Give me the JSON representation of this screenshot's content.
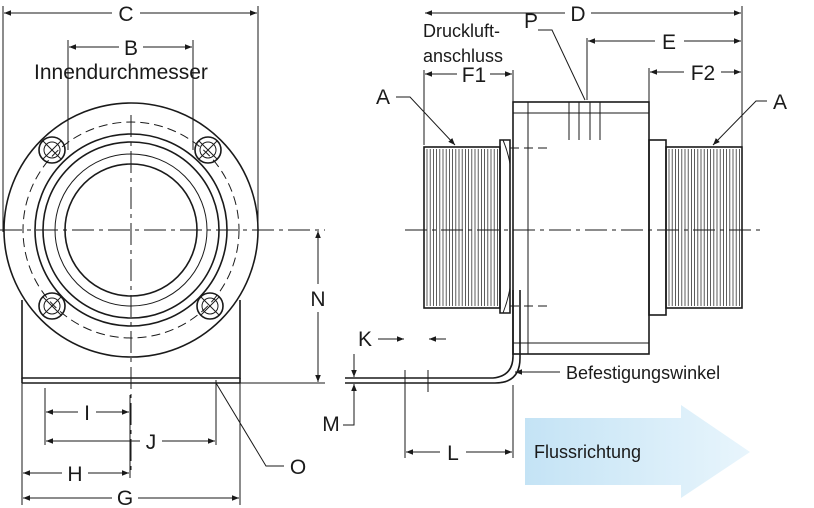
{
  "labels": {
    "c": "C",
    "b": "B",
    "innen": "Innendurchmesser",
    "d": "D",
    "p": "P",
    "druckluft1": "Druckluft-",
    "druckluft2": "anschluss",
    "e": "E",
    "f1": "F1",
    "f2": "F2",
    "a_left": "A",
    "a_right": "A",
    "n": "N",
    "k": "K",
    "m": "M",
    "befestigung": "Befestigungswinkel",
    "i": "I",
    "j": "J",
    "h": "H",
    "g": "G",
    "o": "O",
    "l": "L",
    "fluss": "Flussrichtung"
  },
  "colors": {
    "line": "#1a1a1a",
    "flow_arrow_start": "#c9e6f6",
    "flow_arrow_end": "#e6f4fb"
  }
}
